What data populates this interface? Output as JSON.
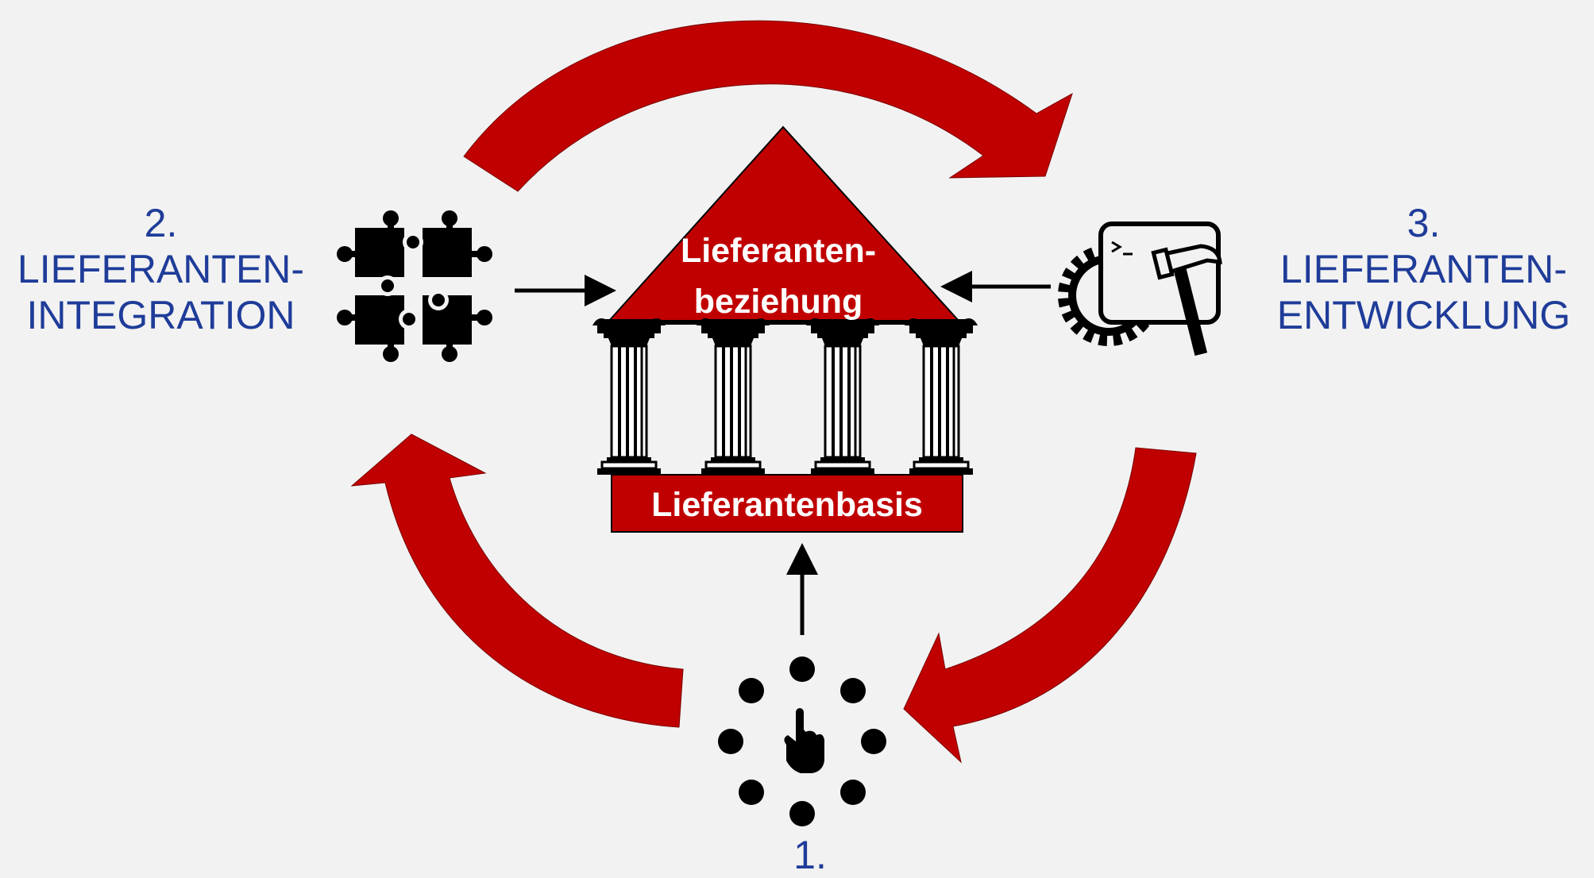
{
  "colors": {
    "background": "#f2f2f2",
    "accent_red": "#c00000",
    "label_blue": "#1f3c99",
    "icon_black": "#000000",
    "text_on_red": "#ffffff"
  },
  "center": {
    "roof_label_line1": "Lieferanten-",
    "roof_label_line2": "beziehung",
    "base_label": "Lieferantenbasis"
  },
  "steps": {
    "step1": {
      "number": "1.",
      "icon": "hand-pointer-dots-icon"
    },
    "step2": {
      "number": "2.",
      "line1": "LIEFERANTEN-",
      "line2": "INTEGRATION",
      "icon": "puzzle-pieces-icon"
    },
    "step3": {
      "number": "3.",
      "line1": "LIEFERANTEN-",
      "line2": "ENTWICKLUNG",
      "icon": "developer-tools-icon"
    }
  }
}
